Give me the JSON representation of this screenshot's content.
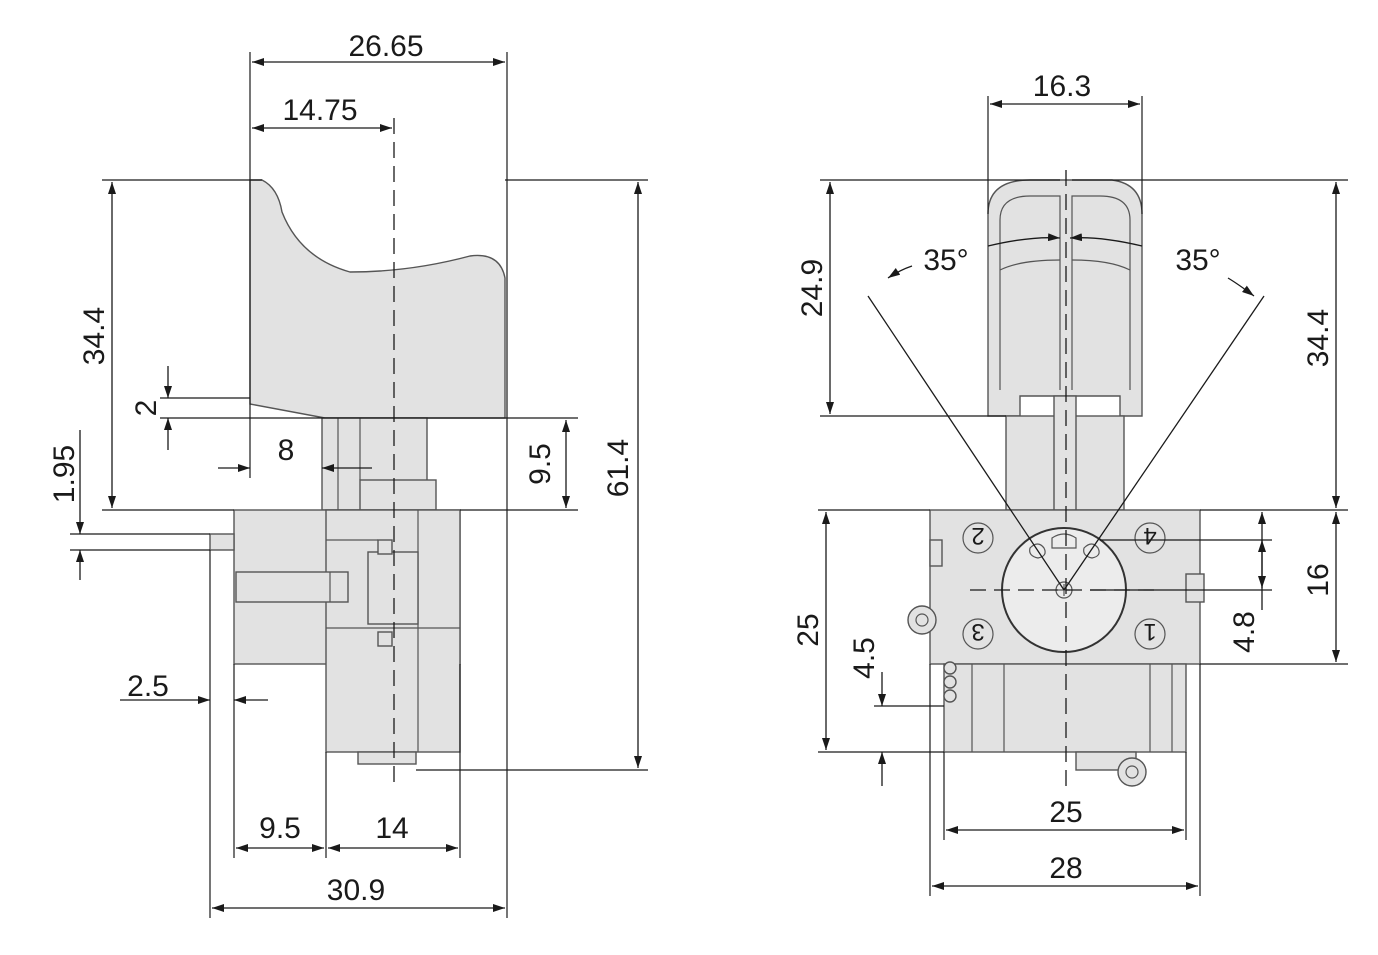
{
  "left_view": {
    "dims": {
      "overall_width": "26.65",
      "center_offset": "14.75",
      "trigger_height": "34.4",
      "step_height": "2",
      "shaft_offset": "8",
      "shaft_height": "9.5",
      "total_height": "61.4",
      "pin_thickness": "1.95",
      "pin_gap": "2.5",
      "lower_depth": "9.5",
      "body_depth": "14",
      "total_depth": "30.9"
    }
  },
  "right_view": {
    "dims": {
      "trigger_width": "16.3",
      "trigger_height": "24.9",
      "angle_left": "35°",
      "angle_right": "35°",
      "overall_height": "34.4",
      "body_height": "25",
      "terminal_height": "4.5",
      "dial_height": "16",
      "dial_offset": "4.8",
      "base_width": "25",
      "body_width": "28"
    },
    "terminal_labels": [
      "2",
      "4",
      "3",
      "1"
    ]
  }
}
